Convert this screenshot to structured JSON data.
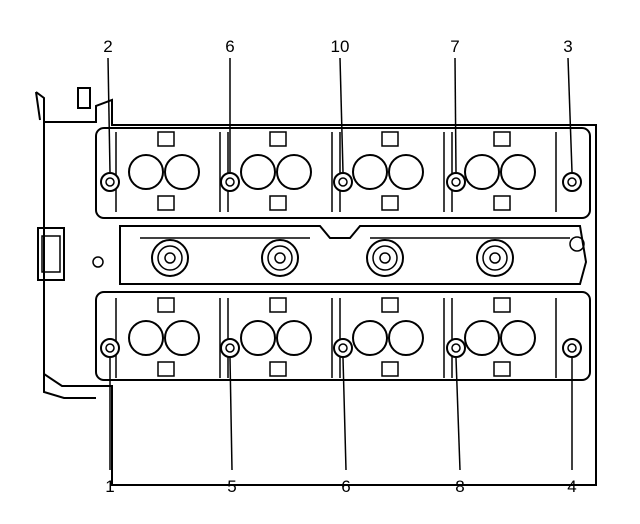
{
  "diagram": {
    "top_labels": [
      "2",
      "6",
      "10",
      "7",
      "3"
    ],
    "bottom_labels": [
      "1",
      "5",
      "6",
      "8",
      "4"
    ]
  }
}
